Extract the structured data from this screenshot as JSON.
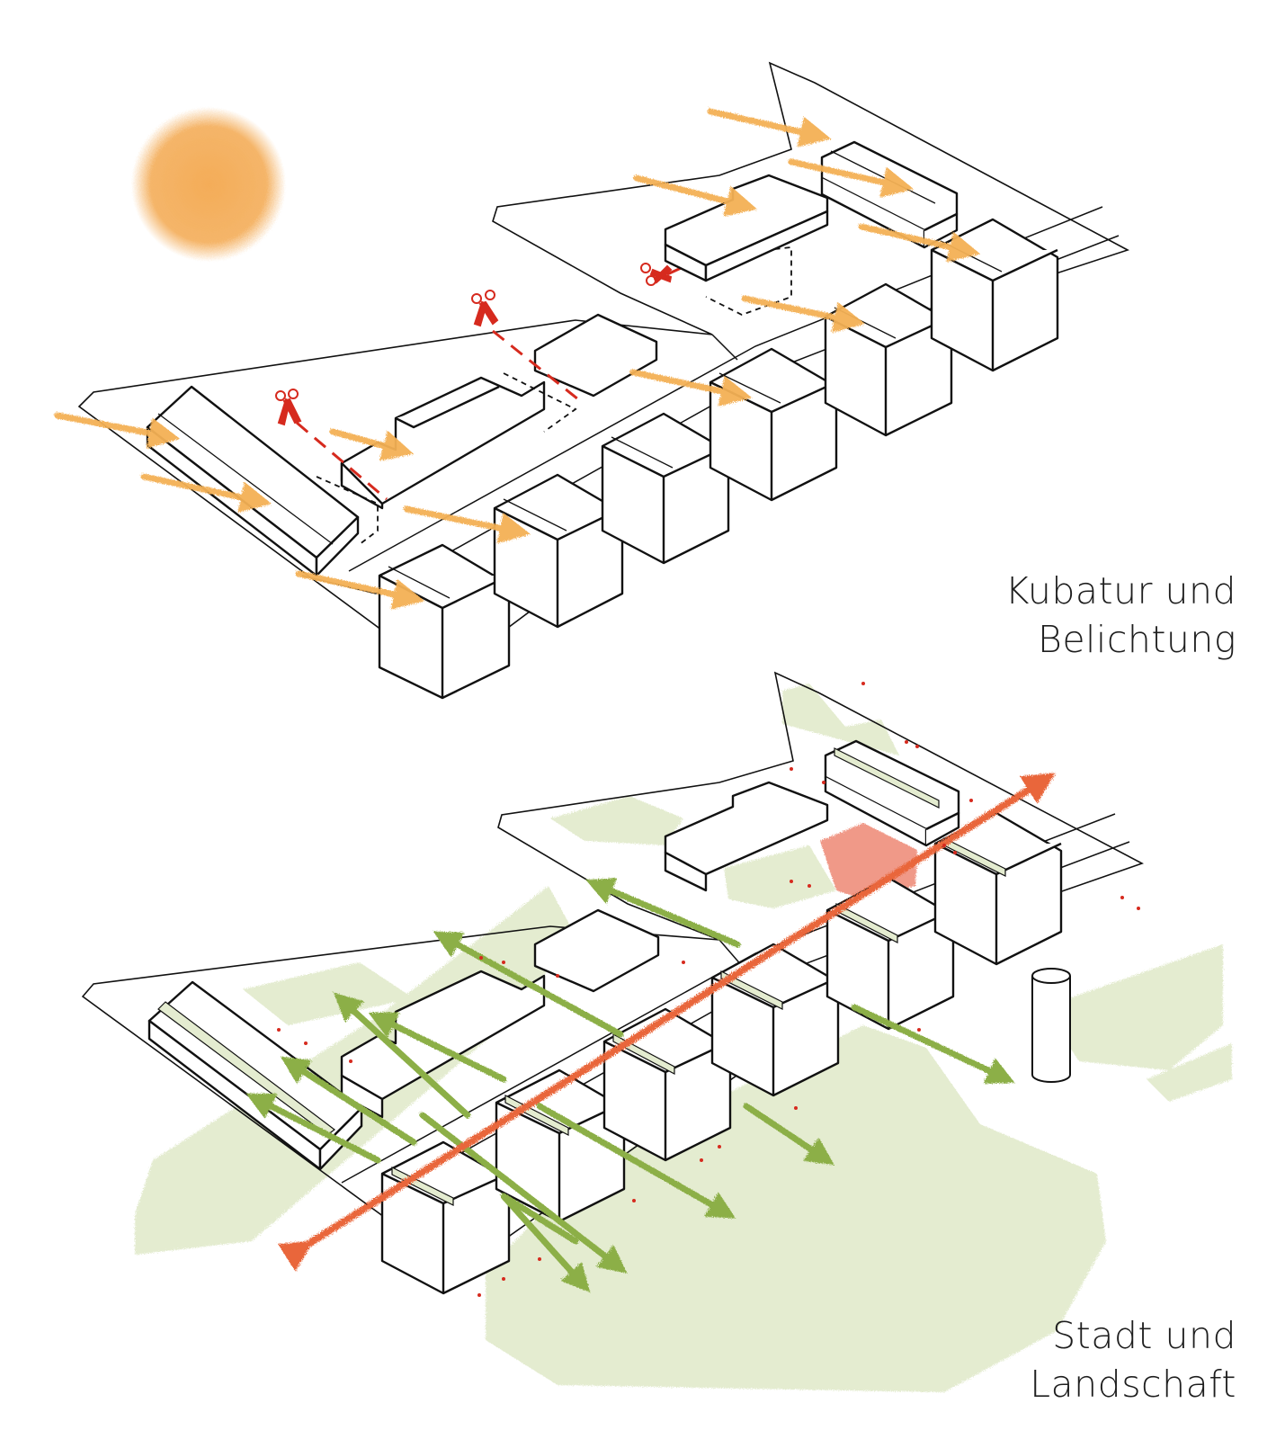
{
  "diagrams": [
    {
      "title_line1": "Kubatur und",
      "title_line2": "Belichtung"
    },
    {
      "title_line1": "Stadt und",
      "title_line2": "Landschaft"
    }
  ],
  "icons": [
    "sun-icon",
    "scissors-icon",
    "light-arrow-icon",
    "green-connection-arrow-icon",
    "main-axis-arrow-icon",
    "tree-icon"
  ],
  "colors": {
    "sun": "#f3a84f",
    "light_arrow": "#f4b155",
    "cut_line": "#d62a1e",
    "green_area": "#e4ecd0",
    "green_arrow": "#8caf47",
    "axis_arrow": "#e9663a",
    "plaza": "#ef8f7c",
    "outline": "#111111"
  }
}
